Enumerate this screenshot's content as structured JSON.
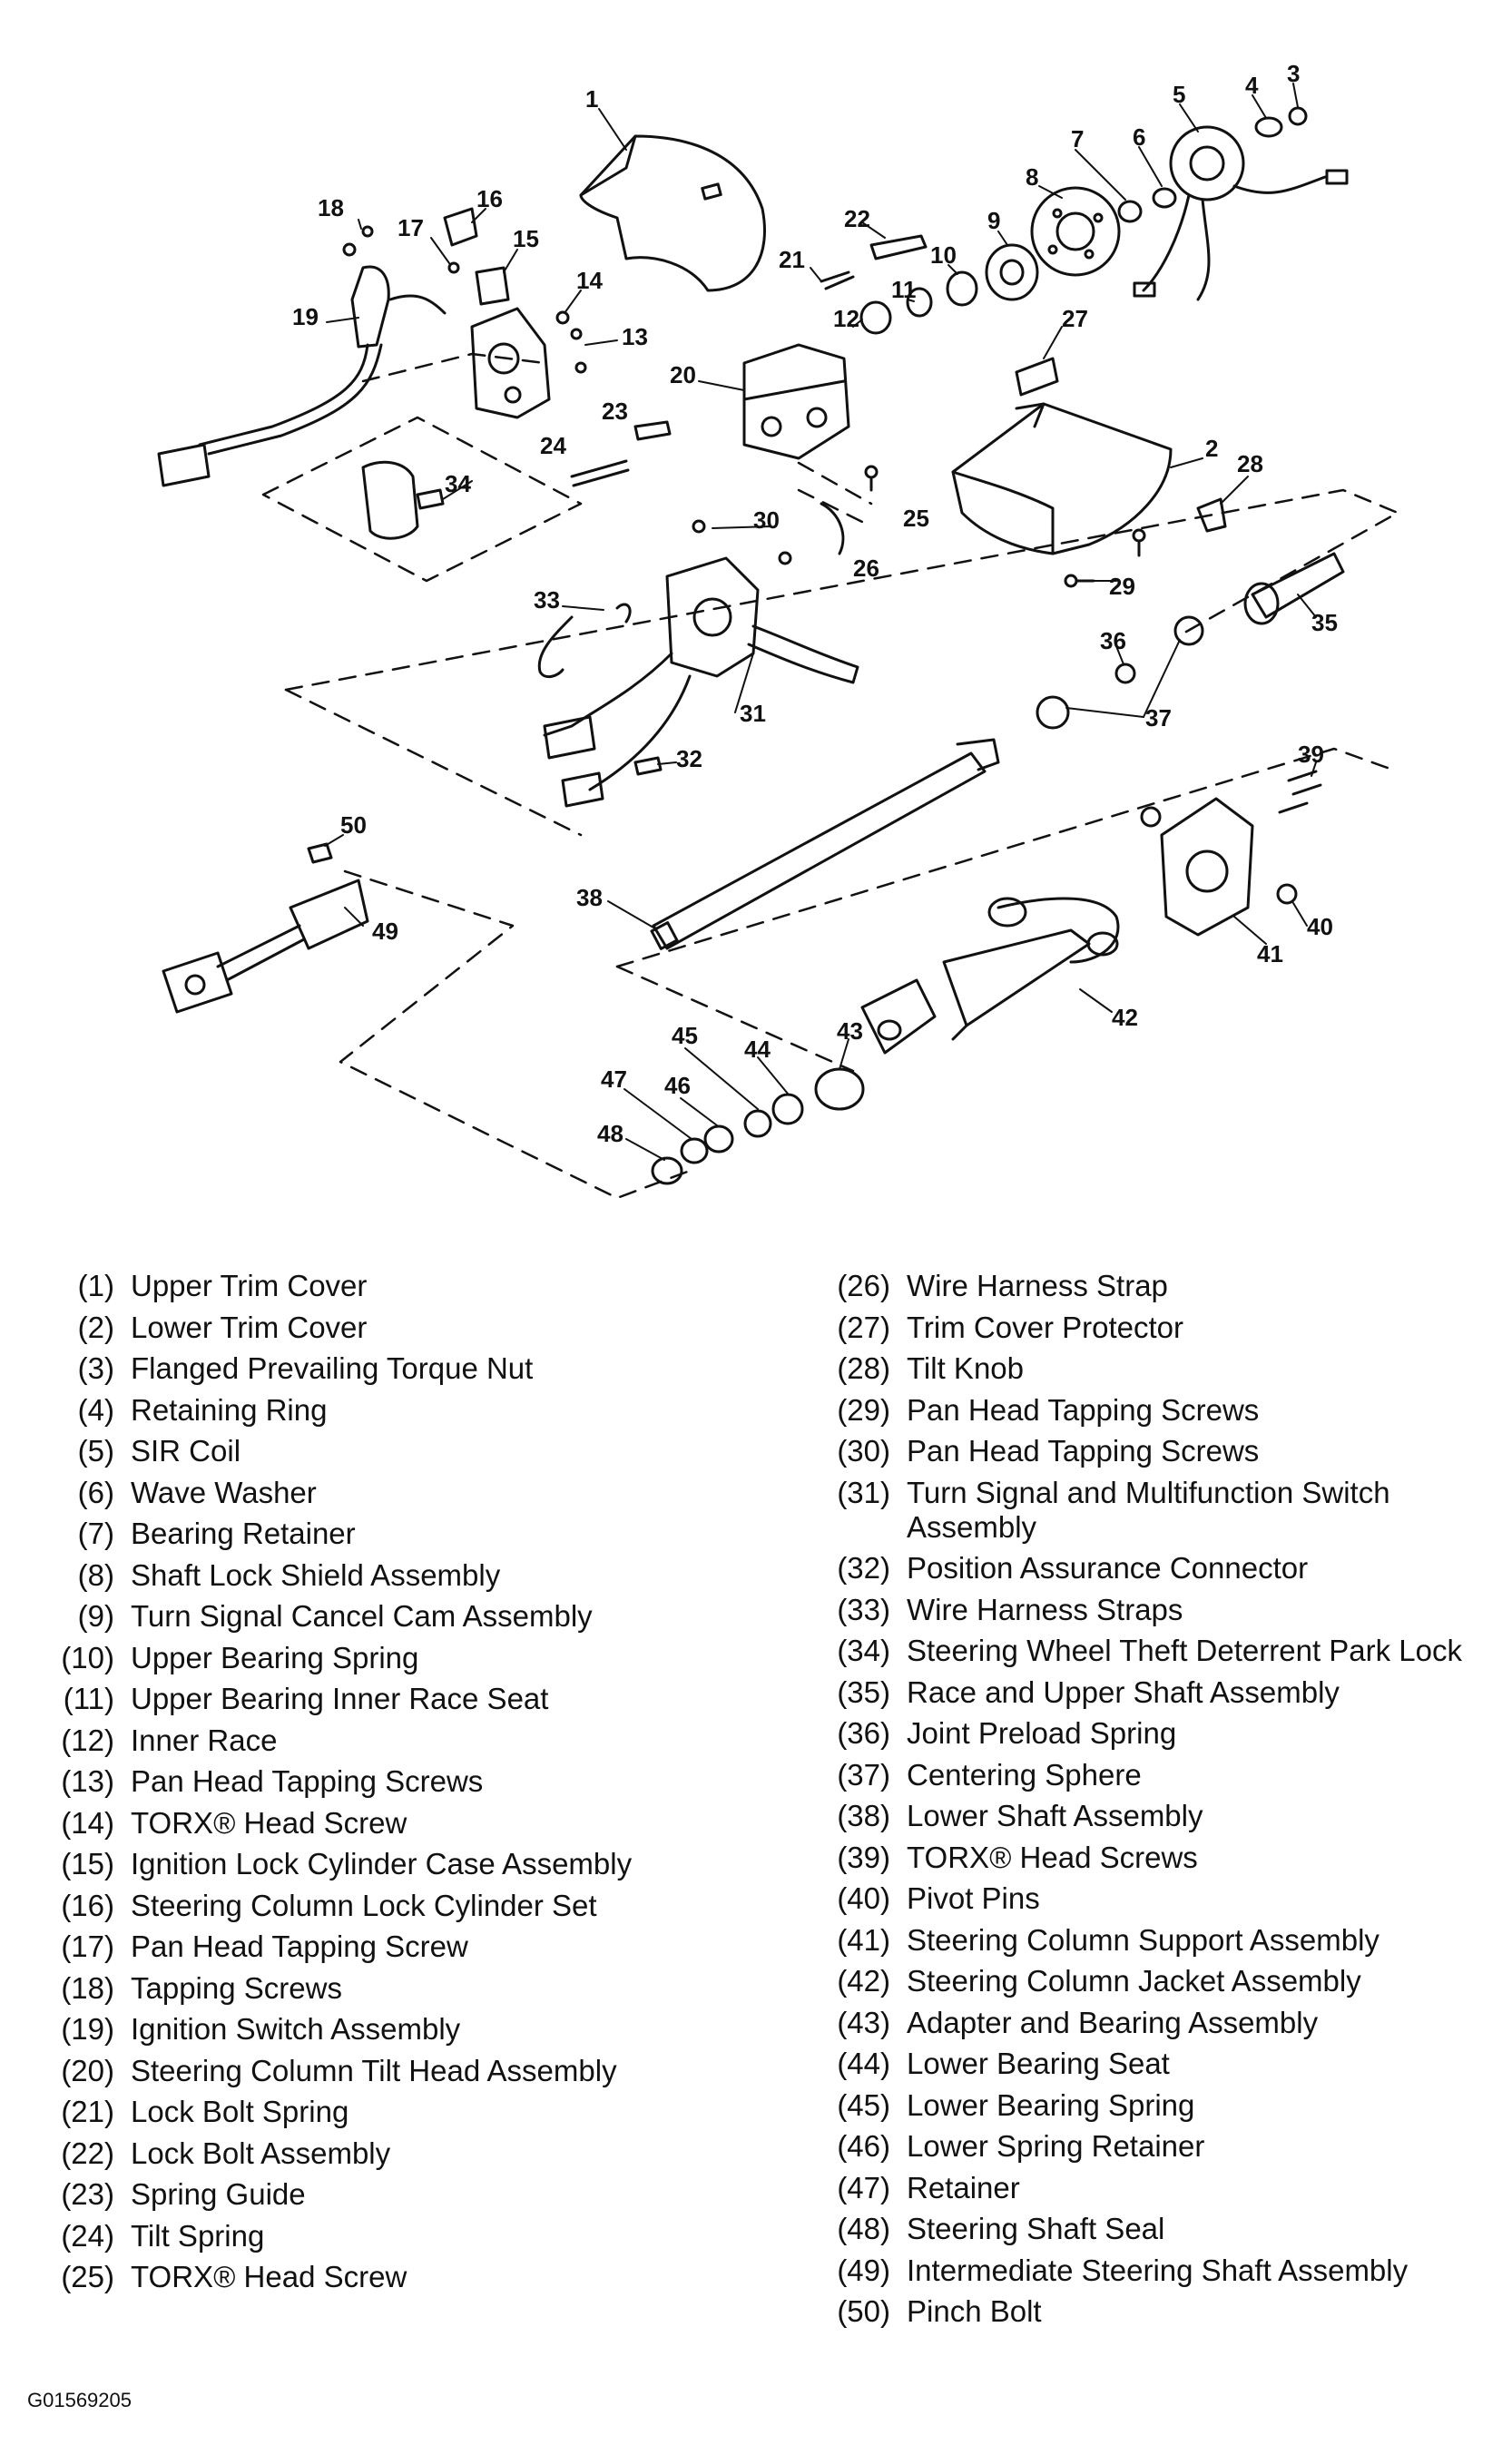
{
  "figure_id": "G01569205",
  "diagram": {
    "callouts": [
      "1",
      "2",
      "3",
      "4",
      "5",
      "6",
      "7",
      "8",
      "9",
      "10",
      "11",
      "12",
      "13",
      "14",
      "15",
      "16",
      "17",
      "18",
      "19",
      "20",
      "21",
      "22",
      "23",
      "24",
      "25",
      "26",
      "27",
      "28",
      "29",
      "30",
      "31",
      "32",
      "33",
      "34",
      "35",
      "36",
      "37",
      "38",
      "39",
      "40",
      "41",
      "42",
      "43",
      "44",
      "45",
      "46",
      "47",
      "48",
      "49",
      "50"
    ]
  },
  "legend": {
    "left": [
      {
        "num": "(1)",
        "label": "Upper Trim Cover"
      },
      {
        "num": "(2)",
        "label": "Lower Trim Cover"
      },
      {
        "num": "(3)",
        "label": "Flanged Prevailing Torque Nut"
      },
      {
        "num": "(4)",
        "label": "Retaining Ring"
      },
      {
        "num": "(5)",
        "label": "SIR Coil"
      },
      {
        "num": "(6)",
        "label": "Wave Washer"
      },
      {
        "num": "(7)",
        "label": "Bearing Retainer"
      },
      {
        "num": "(8)",
        "label": "Shaft Lock Shield Assembly"
      },
      {
        "num": "(9)",
        "label": "Turn Signal Cancel Cam Assembly"
      },
      {
        "num": "(10)",
        "label": "Upper Bearing Spring"
      },
      {
        "num": "(11)",
        "label": "Upper Bearing Inner Race Seat"
      },
      {
        "num": "(12)",
        "label": "Inner Race"
      },
      {
        "num": "(13)",
        "label": "Pan Head Tapping Screws"
      },
      {
        "num": "(14)",
        "label": "TORX® Head Screw"
      },
      {
        "num": "(15)",
        "label": "Ignition Lock Cylinder Case Assembly"
      },
      {
        "num": "(16)",
        "label": "Steering Column Lock Cylinder Set"
      },
      {
        "num": "(17)",
        "label": "Pan Head Tapping Screw"
      },
      {
        "num": "(18)",
        "label": "Tapping Screws"
      },
      {
        "num": "(19)",
        "label": "Ignition Switch Assembly"
      },
      {
        "num": "(20)",
        "label": "Steering Column Tilt Head Assembly"
      },
      {
        "num": "(21)",
        "label": "Lock Bolt Spring"
      },
      {
        "num": "(22)",
        "label": "Lock Bolt Assembly"
      },
      {
        "num": "(23)",
        "label": "Spring Guide"
      },
      {
        "num": "(24)",
        "label": "Tilt Spring"
      },
      {
        "num": "(25)",
        "label": "TORX® Head Screw"
      }
    ],
    "right": [
      {
        "num": "(26)",
        "label": "Wire Harness Strap"
      },
      {
        "num": "(27)",
        "label": "Trim Cover Protector"
      },
      {
        "num": "(28)",
        "label": "Tilt Knob"
      },
      {
        "num": "(29)",
        "label": "Pan Head Tapping Screws"
      },
      {
        "num": "(30)",
        "label": "Pan Head Tapping Screws"
      },
      {
        "num": "(31)",
        "label": "Turn Signal and Multifunction Switch Assembly"
      },
      {
        "num": "(32)",
        "label": "Position Assurance Connector"
      },
      {
        "num": "(33)",
        "label": "Wire Harness Straps"
      },
      {
        "num": "(34)",
        "label": "Steering Wheel Theft Deterrent Park Lock"
      },
      {
        "num": "(35)",
        "label": "Race and Upper Shaft Assembly"
      },
      {
        "num": "(36)",
        "label": "Joint Preload Spring"
      },
      {
        "num": "(37)",
        "label": "Centering Sphere"
      },
      {
        "num": "(38)",
        "label": "Lower Shaft Assembly"
      },
      {
        "num": "(39)",
        "label": "TORX® Head Screws"
      },
      {
        "num": "(40)",
        "label": "Pivot Pins"
      },
      {
        "num": "(41)",
        "label": "Steering Column Support Assembly"
      },
      {
        "num": "(42)",
        "label": "Steering Column Jacket Assembly"
      },
      {
        "num": "(43)",
        "label": "Adapter and Bearing Assembly"
      },
      {
        "num": "(44)",
        "label": "Lower Bearing Seat"
      },
      {
        "num": "(45)",
        "label": "Lower Bearing Spring"
      },
      {
        "num": "(46)",
        "label": "Lower Spring Retainer"
      },
      {
        "num": "(47)",
        "label": "Retainer"
      },
      {
        "num": "(48)",
        "label": "Steering Shaft Seal"
      },
      {
        "num": "(49)",
        "label": "Intermediate Steering Shaft Assembly"
      },
      {
        "num": "(50)",
        "label": "Pinch Bolt"
      }
    ]
  }
}
